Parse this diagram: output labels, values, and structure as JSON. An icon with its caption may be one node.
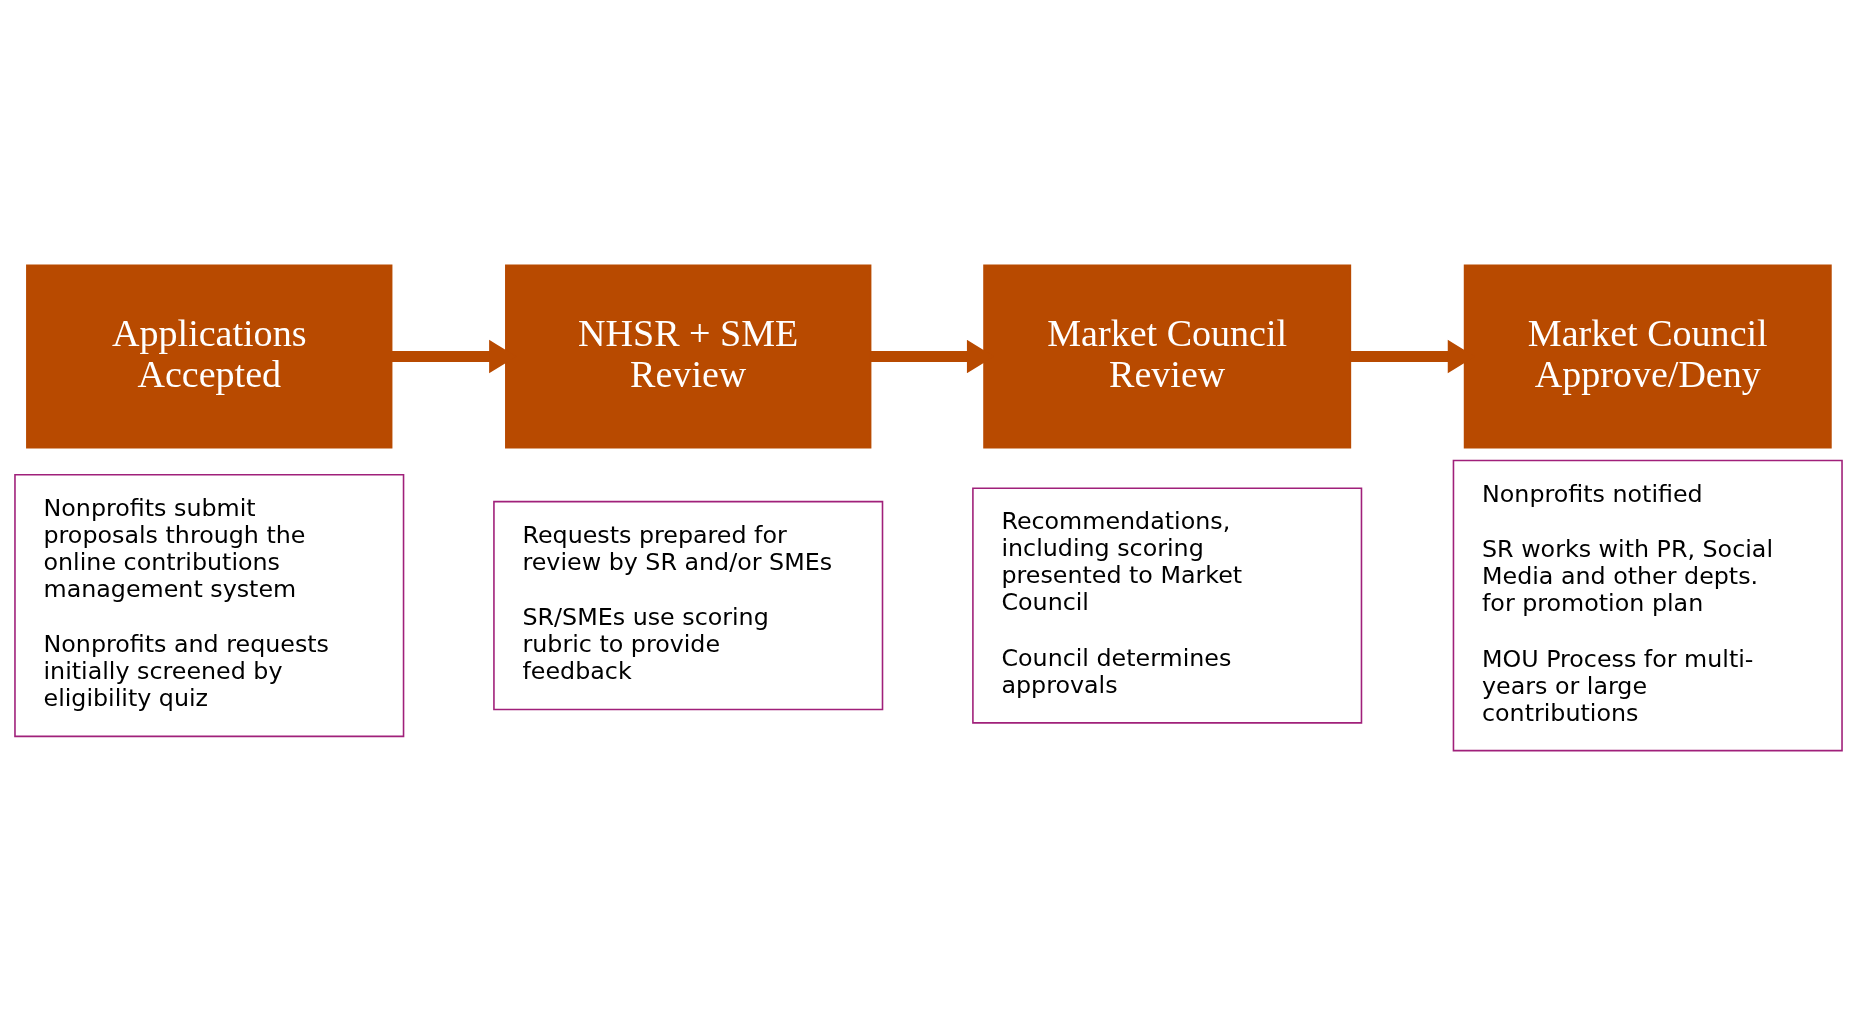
{
  "diagram": {
    "nodes": [
      {
        "text": [
          "Applications Accepted"
        ]
      },
      {
        "text": [
          "Nonprofits submit proposals through the online contributions management system",
          "Nonprofits and requests initially screened by eligibility quiz"
        ]
      },
      {
        "text": [
          "NHSR + SME Review"
        ]
      },
      {
        "text": [
          "Requests prepared for review by SR and/or SMEs",
          "SR/SMEs use scoring rubric to provide feedback"
        ]
      },
      {
        "text": [
          "Market Council Review"
        ]
      },
      {
        "text": [
          "Recommendations, including scoring presented to Market Council",
          "Council determines approvals"
        ]
      },
      {
        "text": [
          "Market Council Approve/Deny"
        ]
      },
      {
        "text": [
          "Nonprofits notified",
          "SR works with PR, Social Media and other depts. for promotion plan",
          "MOU Process for multi-years or large contributions"
        ]
      }
    ],
    "edges": [
      {
        "from": 0,
        "to": 2,
        "arrow": "to"
      },
      {
        "from": 2,
        "to": 4,
        "arrow": "to"
      },
      {
        "from": 4,
        "to": 6,
        "arrow": "to"
      }
    ]
  }
}
